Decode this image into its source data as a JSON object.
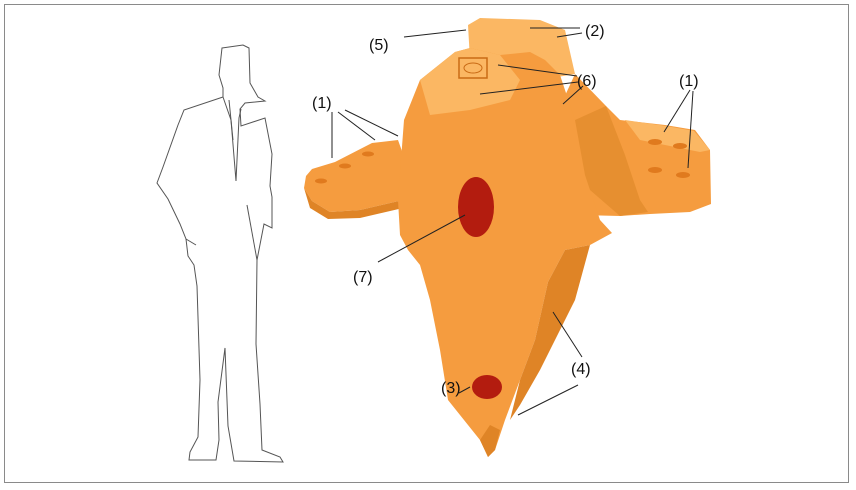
{
  "figure": {
    "callouts": [
      {
        "id": "c1-left",
        "text": "(1)"
      },
      {
        "id": "c1-right",
        "text": "(1)"
      },
      {
        "id": "c2",
        "text": "(2)"
      },
      {
        "id": "c3",
        "text": "(3)"
      },
      {
        "id": "c4",
        "text": "(4)"
      },
      {
        "id": "c5",
        "text": "(5)"
      },
      {
        "id": "c6",
        "text": "(6)"
      },
      {
        "id": "c7",
        "text": "(7)"
      }
    ],
    "colors": {
      "body": "#f59c3f",
      "body_light": "#fbb763",
      "body_shadow": "#df8426",
      "hole": "#b31c0f",
      "outline": "#555555",
      "leader": "#222222"
    }
  }
}
